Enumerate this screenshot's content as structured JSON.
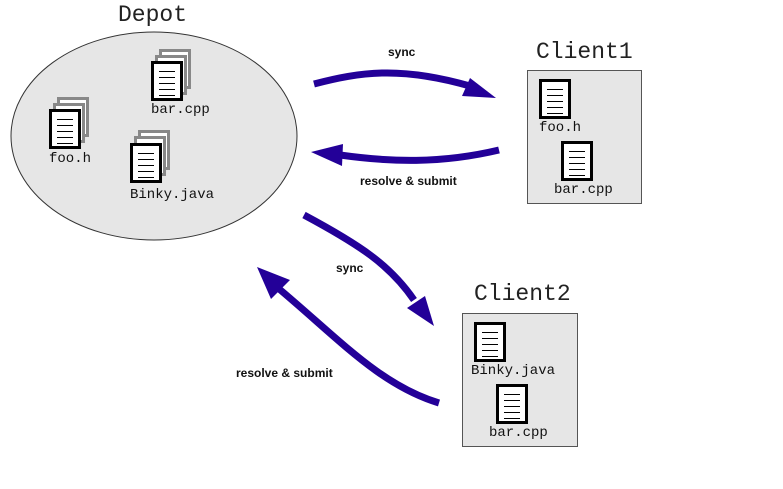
{
  "depot": {
    "title": "Depot",
    "files": [
      {
        "name": "foo.h",
        "stacked": true
      },
      {
        "name": "bar.cpp",
        "stacked": true
      },
      {
        "name": "Binky.java",
        "stacked": true
      }
    ]
  },
  "client1": {
    "title": "Client1",
    "files": [
      {
        "name": "foo.h"
      },
      {
        "name": "bar.cpp"
      }
    ]
  },
  "client2": {
    "title": "Client2",
    "files": [
      {
        "name": "Binky.java"
      },
      {
        "name": "bar.cpp"
      }
    ]
  },
  "arrows": {
    "depot_to_client1": "sync",
    "client1_to_depot": "resolve & submit",
    "depot_to_client2": "sync",
    "client2_to_depot": "resolve & submit"
  },
  "colors": {
    "arrow": "#230098",
    "container_fill": "#e6e6e6",
    "container_stroke": "#555555",
    "doc_back_stroke": "#888888"
  }
}
